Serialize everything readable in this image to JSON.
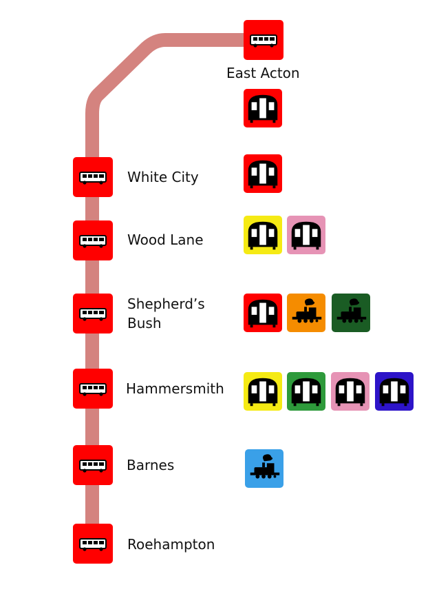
{
  "colors": {
    "route_line": "#d4837f",
    "stop_badge": "#ff0000",
    "icon": "#000000"
  },
  "stops": [
    {
      "name": "East Acton",
      "connections": [
        {
          "type": "tube-icon",
          "color": "#ff0000"
        }
      ]
    },
    {
      "name": "White City",
      "connections": [
        {
          "type": "tube-icon",
          "color": "#ff0000"
        }
      ]
    },
    {
      "name": "Wood Lane",
      "connections": [
        {
          "type": "tube-icon",
          "color": "#f5ea14"
        },
        {
          "type": "tube-icon",
          "color": "#e693b5"
        }
      ]
    },
    {
      "name": "Shepherd’s\nBush",
      "connections": [
        {
          "type": "tube-icon",
          "color": "#ff0000"
        },
        {
          "type": "train-icon",
          "color": "#f58c00"
        },
        {
          "type": "train-icon",
          "color": "#1a5c24"
        }
      ]
    },
    {
      "name": "Hammersmith",
      "connections": [
        {
          "type": "tube-icon",
          "color": "#f5ea14"
        },
        {
          "type": "tube-icon",
          "color": "#2e9a3b"
        },
        {
          "type": "tube-icon",
          "color": "#e693b5"
        },
        {
          "type": "tube-icon",
          "color": "#2d14c8"
        }
      ]
    },
    {
      "name": "Barnes",
      "connections": [
        {
          "type": "train-icon",
          "color": "#3aa0e8"
        }
      ]
    },
    {
      "name": "Roehampton",
      "connections": []
    }
  ]
}
